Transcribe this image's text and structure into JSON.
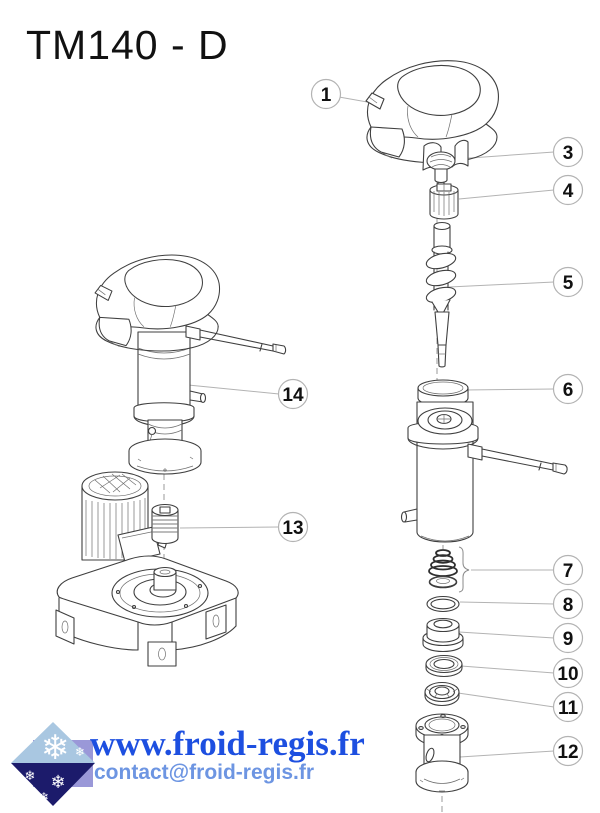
{
  "title": "TM140 - D",
  "callouts": {
    "c1": "1",
    "c3": "3",
    "c4": "4",
    "c5": "5",
    "c6": "6",
    "c7": "7",
    "c8": "8",
    "c9": "9",
    "c10": "10",
    "c11": "11",
    "c12": "12",
    "c13": "13",
    "c14": "14"
  },
  "footer": {
    "website": "www.froid-regis.fr",
    "email": "contact@froid-regis.fr"
  },
  "colors": {
    "line_art": "#3f3f3f",
    "leader_gray": "#b3b3b3",
    "callout_number": "#111111",
    "website_text": "#1d4fe0",
    "email_text": "#6d95e2",
    "logo_light_blue": "#a9c7e1",
    "logo_navy": "#1c1b6b",
    "logo_lavender": "#9a98d8",
    "snowflake": "#ffffff"
  }
}
